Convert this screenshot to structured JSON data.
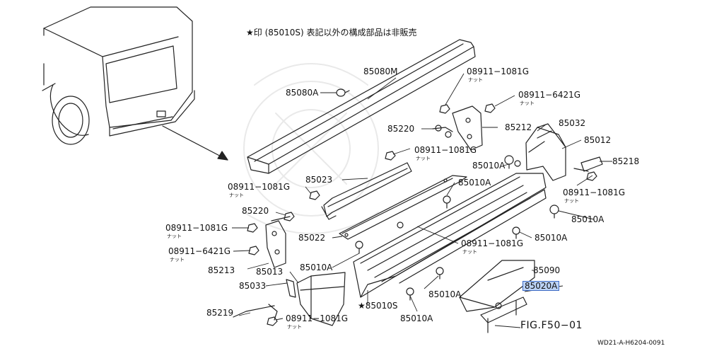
{
  "header": "★印 (85010S) 表記以外の構成部品は非販売",
  "figure_label": "FIG.F50−01",
  "doc_id": "WD21-A-H6204-0091",
  "nut_text": "ナット",
  "highlight_color": "#bcd3f5",
  "parts": [
    {
      "id": "p85080M",
      "text": "85080M"
    },
    {
      "id": "p85080A",
      "text": "85080A"
    },
    {
      "id": "p08911_1081G_top",
      "text": "08911−1081G",
      "nut": true
    },
    {
      "id": "p08911_6421G_top",
      "text": "08911−6421G",
      "nut": true
    },
    {
      "id": "p85220_top",
      "text": "85220"
    },
    {
      "id": "p85212",
      "text": "85212"
    },
    {
      "id": "p85032",
      "text": "85032"
    },
    {
      "id": "p85012",
      "text": "85012"
    },
    {
      "id": "p08911_1081G_mid",
      "text": "08911−1081G",
      "nut": true
    },
    {
      "id": "p85010A_1",
      "text": "85010A"
    },
    {
      "id": "p85218",
      "text": "85218"
    },
    {
      "id": "p85023",
      "text": "85023"
    },
    {
      "id": "p85010A_2",
      "text": "85010A"
    },
    {
      "id": "p08911_1081G_left",
      "text": "08911−1081G",
      "nut": true
    },
    {
      "id": "p08911_1081G_right",
      "text": "08911−1081G",
      "nut": true
    },
    {
      "id": "p85010A_3",
      "text": "85010A"
    },
    {
      "id": "p85220_left",
      "text": "85220"
    },
    {
      "id": "p08911_1081G_left2",
      "text": "08911−1081G",
      "nut": true
    },
    {
      "id": "p85022",
      "text": "85022"
    },
    {
      "id": "p08911_1081G_center",
      "text": "08911−1081G",
      "nut": true
    },
    {
      "id": "p85010A_4",
      "text": "85010A"
    },
    {
      "id": "p08911_6421G_left",
      "text": "08911−6421G",
      "nut": true
    },
    {
      "id": "p85010A_5",
      "text": "85010A"
    },
    {
      "id": "p85090",
      "text": "85090"
    },
    {
      "id": "p85213",
      "text": "85213"
    },
    {
      "id": "p85013",
      "text": "85013"
    },
    {
      "id": "p85020A",
      "text": "85020A",
      "highlight": true
    },
    {
      "id": "p85033",
      "text": "85033"
    },
    {
      "id": "p85010S",
      "text": "★85010S"
    },
    {
      "id": "p85010A_6",
      "text": "85010A"
    },
    {
      "id": "p85219",
      "text": "85219"
    },
    {
      "id": "p08911_1081G_bottom",
      "text": "08911−1081G",
      "nut": true
    },
    {
      "id": "p85010A_7",
      "text": "85010A"
    }
  ]
}
